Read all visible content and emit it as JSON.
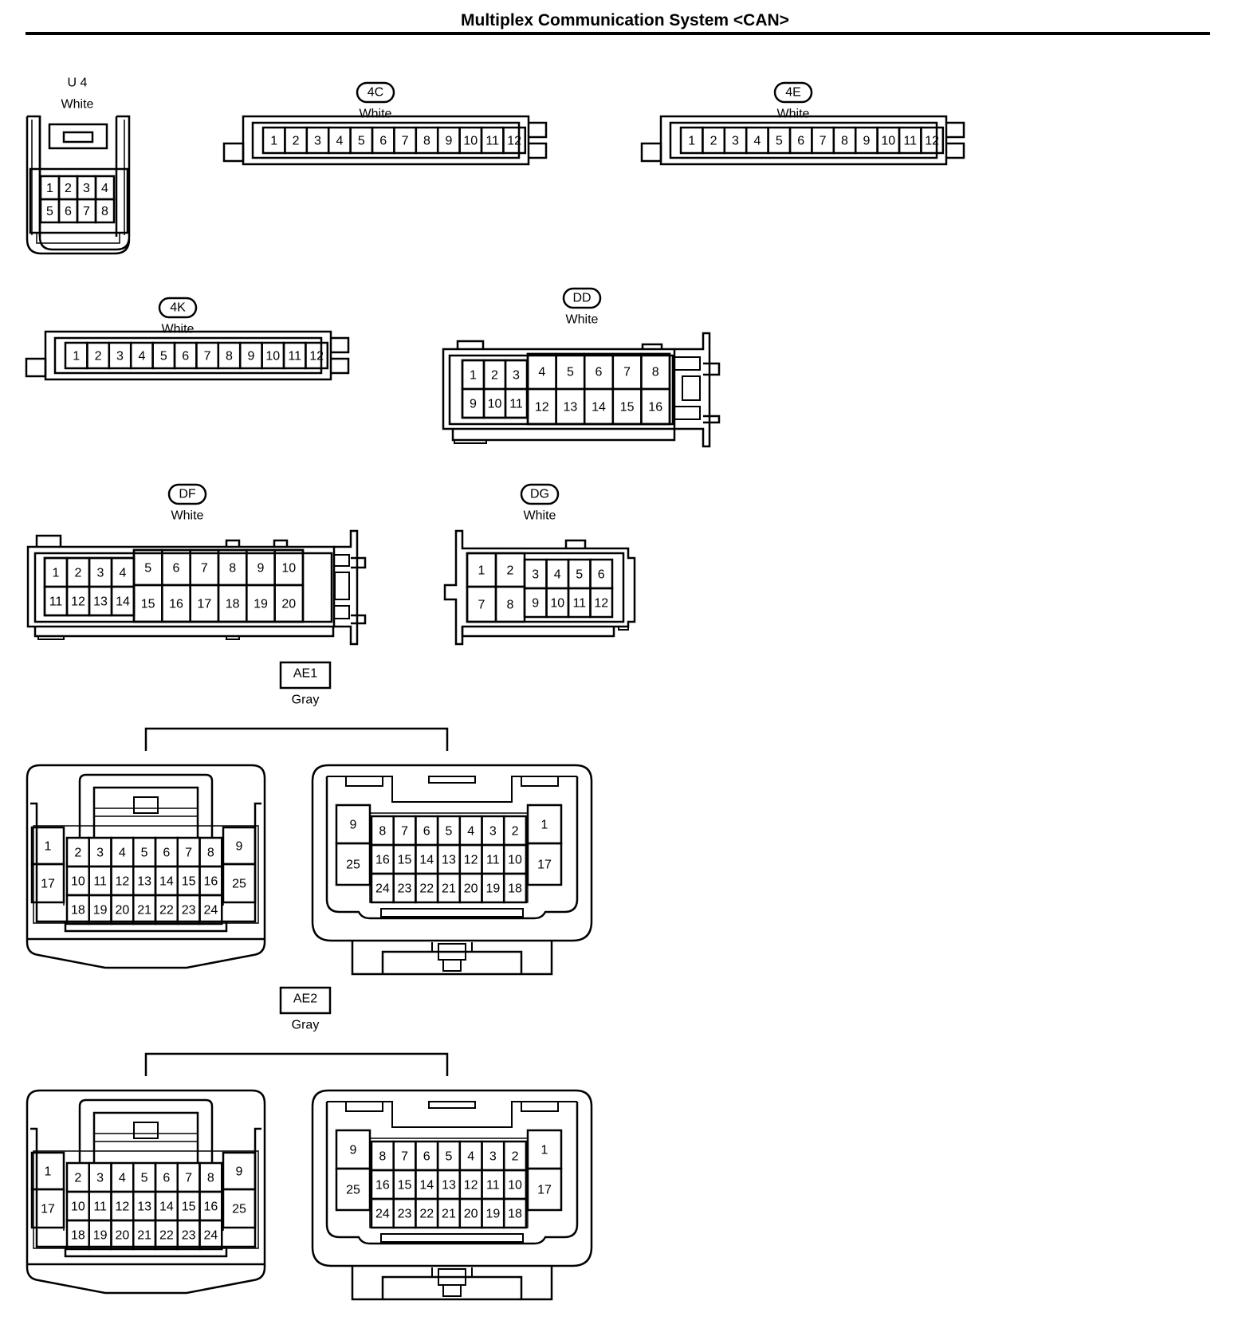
{
  "page": {
    "title": "Multiplex Communication System <CAN>"
  },
  "connectors": [
    {
      "id": "u4",
      "code": "U 4",
      "code_style": "plain",
      "color": "White",
      "pins": [
        "1",
        "2",
        "3",
        "4",
        "5",
        "6",
        "7",
        "8"
      ]
    },
    {
      "id": "4c",
      "code": "4C",
      "code_style": "oval",
      "color": "White",
      "pins": [
        "1",
        "2",
        "3",
        "4",
        "5",
        "6",
        "7",
        "8",
        "9",
        "10",
        "11",
        "12"
      ]
    },
    {
      "id": "4e",
      "code": "4E",
      "code_style": "oval",
      "color": "White",
      "pins": [
        "1",
        "2",
        "3",
        "4",
        "5",
        "6",
        "7",
        "8",
        "9",
        "10",
        "11",
        "12"
      ]
    },
    {
      "id": "4k",
      "code": "4K",
      "code_style": "oval",
      "color": "White",
      "pins": [
        "1",
        "2",
        "3",
        "4",
        "5",
        "6",
        "7",
        "8",
        "9",
        "10",
        "11",
        "12"
      ]
    },
    {
      "id": "dd",
      "code": "DD",
      "code_style": "oval",
      "color": "White",
      "pins": [
        "1",
        "2",
        "3",
        "4",
        "5",
        "6",
        "7",
        "8",
        "9",
        "10",
        "11",
        "12",
        "13",
        "14",
        "15",
        "16"
      ]
    },
    {
      "id": "df",
      "code": "DF",
      "code_style": "oval",
      "color": "White",
      "pins": [
        "1",
        "2",
        "3",
        "4",
        "5",
        "6",
        "7",
        "8",
        "9",
        "10",
        "11",
        "12",
        "13",
        "14",
        "15",
        "16",
        "17",
        "18",
        "19",
        "20"
      ]
    },
    {
      "id": "dg",
      "code": "DG",
      "code_style": "oval",
      "color": "White",
      "pins": [
        "1",
        "2",
        "3",
        "4",
        "5",
        "6",
        "7",
        "8",
        "9",
        "10",
        "11",
        "12"
      ]
    },
    {
      "id": "ae1",
      "code": "AE1",
      "code_style": "box",
      "color": "Gray",
      "pins": [
        "1",
        "2",
        "3",
        "4",
        "5",
        "6",
        "7",
        "8",
        "9",
        "10",
        "11",
        "12",
        "13",
        "14",
        "15",
        "16",
        "17",
        "18",
        "19",
        "20",
        "21",
        "22",
        "23",
        "24",
        "25"
      ]
    },
    {
      "id": "ae2",
      "code": "AE2",
      "code_style": "box",
      "color": "Gray",
      "pins": [
        "1",
        "2",
        "3",
        "4",
        "5",
        "6",
        "7",
        "8",
        "9",
        "10",
        "11",
        "12",
        "13",
        "14",
        "15",
        "16",
        "17",
        "18",
        "19",
        "20",
        "21",
        "22",
        "23",
        "24",
        "25"
      ]
    }
  ]
}
